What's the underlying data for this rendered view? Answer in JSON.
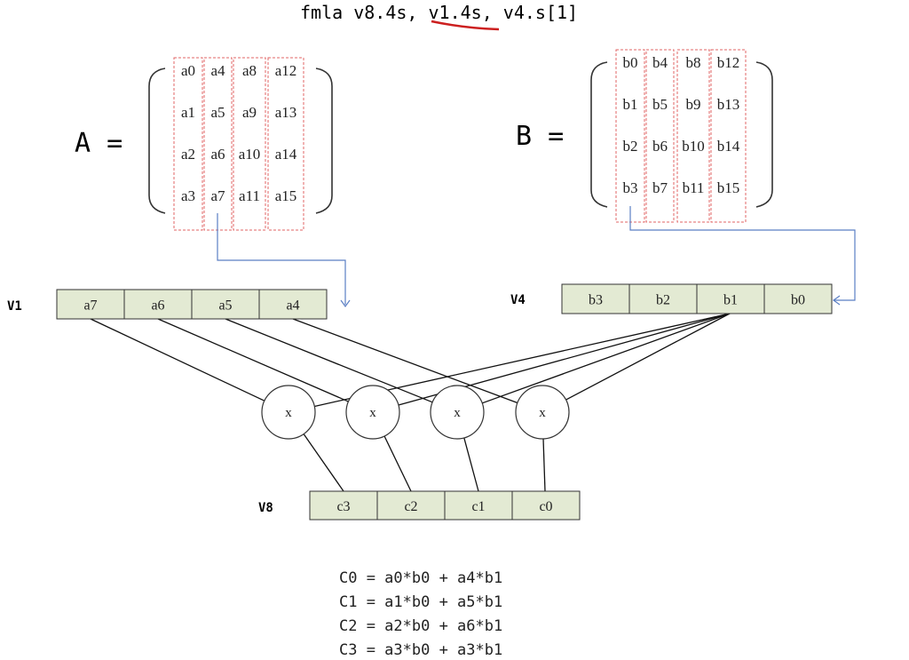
{
  "instruction": {
    "prefix": "fmla v8.4s, ",
    "highlighted": "v1.4s,",
    "suffix": " v4.s[1]",
    "underline_color": "#cc1f1f"
  },
  "matrix_a": {
    "label": "A =",
    "columns": [
      [
        "a0",
        "a1",
        "a2",
        "a3"
      ],
      [
        "a4",
        "a5",
        "a6",
        "a7"
      ],
      [
        "a8",
        "a9",
        "a10",
        "a11"
      ],
      [
        "a12",
        "a13",
        "a14",
        "a15"
      ]
    ]
  },
  "matrix_b": {
    "label": "B =",
    "columns": [
      [
        "b0",
        "b1",
        "b2",
        "b3"
      ],
      [
        "b4",
        "b5",
        "b6",
        "b7"
      ],
      [
        "b8",
        "b9",
        "b10",
        "b11"
      ],
      [
        "b12",
        "b13",
        "b14",
        "b15"
      ]
    ]
  },
  "registers": {
    "v1": {
      "label": "V1",
      "cells": [
        "a7",
        "a6",
        "a5",
        "a4"
      ]
    },
    "v4": {
      "label": "V4",
      "cells": [
        "b3",
        "b2",
        "b1",
        "b0"
      ]
    },
    "v8": {
      "label": "V8",
      "cells": [
        "c3",
        "c2",
        "c1",
        "c0"
      ]
    }
  },
  "multiplier_symbol": "x",
  "formulas": [
    "C0 = a0*b0 + a4*b1",
    "C1 = a1*b0 + a5*b1",
    "C2 = a2*b0 + a6*b1",
    "C3 = a3*b0 + a3*b1"
  ],
  "colors": {
    "cell_fill": "#e3ead3",
    "dashed_box": "#e06666",
    "connector": "#5b7fc4",
    "line": "#111111"
  }
}
